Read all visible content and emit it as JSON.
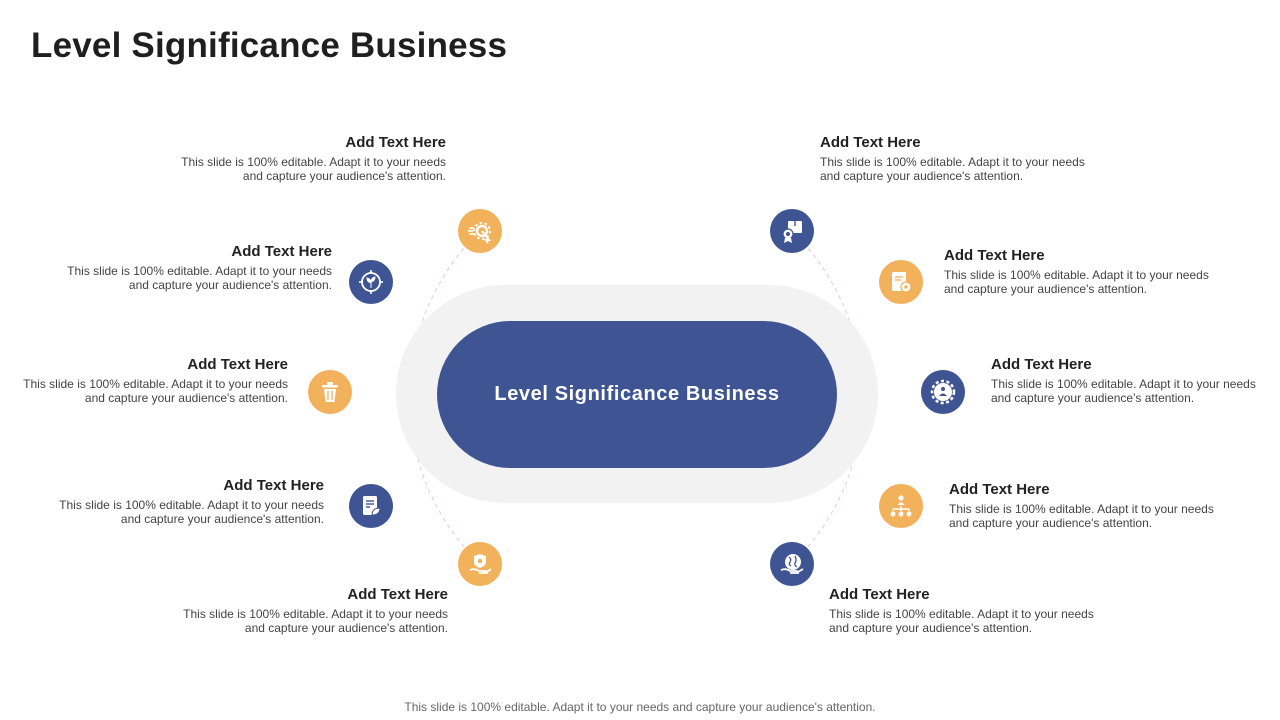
{
  "page": {
    "title": "Level Significance Business",
    "center_label": "Level Significance Business",
    "footer": "This slide is 100% editable. Adapt it to your needs and capture your audience's attention."
  },
  "colors": {
    "blue": "#3f5593",
    "orange": "#f2b25c",
    "pill_outer": "#f2f2f2"
  },
  "left_items": [
    {
      "icon": "gear-cursor-icon",
      "color": "orange",
      "title": "Add Text Here",
      "desc": "This slide is 100% editable. Adapt it to your needs and capture your audience's attention."
    },
    {
      "icon": "target-plant-icon",
      "color": "blue",
      "title": "Add Text Here",
      "desc": "This slide is 100% editable. Adapt it to your needs and capture your audience's attention."
    },
    {
      "icon": "trash-bin-icon",
      "color": "orange",
      "title": "Add Text Here",
      "desc": "This slide is 100% editable. Adapt it to your needs and capture your audience's attention."
    },
    {
      "icon": "document-leaf-icon",
      "color": "blue",
      "title": "Add Text Here",
      "desc": "This slide is 100% editable. Adapt it to your needs and capture your audience's attention."
    },
    {
      "icon": "hand-shield-icon",
      "color": "orange",
      "title": "Add Text Here",
      "desc": "This slide is 100% editable. Adapt it to your needs and capture your audience's attention."
    }
  ],
  "right_items": [
    {
      "icon": "box-award-icon",
      "color": "blue",
      "title": "Add Text Here",
      "desc": "This slide is 100% editable. Adapt it to your needs and capture your audience's attention."
    },
    {
      "icon": "document-gear-icon",
      "color": "orange",
      "title": "Add Text Here",
      "desc": "This slide is 100% editable. Adapt it to your needs and capture your audience's attention."
    },
    {
      "icon": "gear-people-icon",
      "color": "blue",
      "title": "Add Text Here",
      "desc": "This slide is 100% editable. Adapt it to your needs and capture your audience's attention."
    },
    {
      "icon": "org-chart-icon",
      "color": "orange",
      "title": "Add Text Here",
      "desc": "This slide is 100% editable. Adapt it to your needs and capture your audience's attention."
    },
    {
      "icon": "globe-hand-icon",
      "color": "blue",
      "title": "Add Text Here",
      "desc": "This slide is 100% editable. Adapt it to your needs and capture your audience's attention."
    }
  ]
}
